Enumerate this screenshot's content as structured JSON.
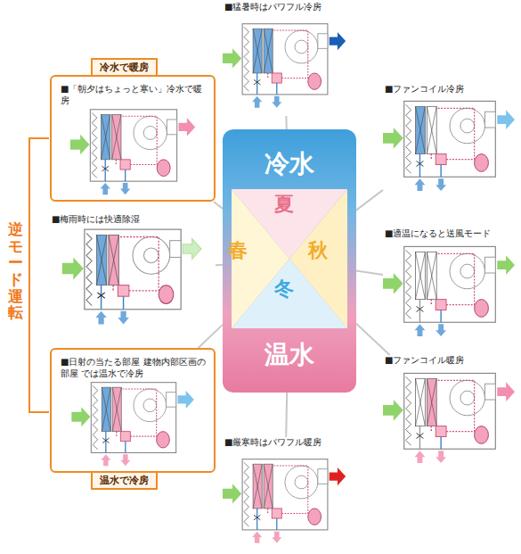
{
  "diagram": {
    "nodes": [
      {
        "text": [
          "■猛暑時はパワフル冷房"
        ]
      },
      {
        "text": [
          "冷水で暖房",
          "■「朝夕はちょっと寒い」冷水で暖房"
        ]
      },
      {
        "text": [
          "■ファンコイル冷房"
        ]
      },
      {
        "text": [
          "冷水",
          "温水"
        ]
      },
      {
        "text": [
          "夏"
        ],
        "in": 3
      },
      {
        "text": [
          "春"
        ],
        "in": 3
      },
      {
        "text": [
          "秋"
        ],
        "in": 3
      },
      {
        "text": [
          "冬"
        ],
        "in": 3
      },
      {
        "text": [
          "■梅雨時には快適除湿"
        ]
      },
      {
        "text": [
          "■適温になると送風モード"
        ]
      },
      {
        "text": [
          "■日射の当たる部屋 建物内部区画の部屋 では温水で冷房",
          "温水で冷房"
        ]
      },
      {
        "text": [
          "■ファンコイル暖房"
        ]
      },
      {
        "text": [
          "■厳寒時はパワフル暖房"
        ]
      }
    ],
    "edges": [
      {
        "from": 3,
        "to": 0,
        "arrow": "none"
      },
      {
        "from": 3,
        "to": 1,
        "arrow": "none"
      },
      {
        "from": 3,
        "to": 2,
        "arrow": "none"
      },
      {
        "from": 3,
        "to": 8,
        "arrow": "none"
      },
      {
        "from": 3,
        "to": 9,
        "arrow": "none"
      },
      {
        "from": 3,
        "to": 10,
        "arrow": "none"
      },
      {
        "from": 3,
        "to": 11,
        "arrow": "none"
      },
      {
        "from": 3,
        "to": 12,
        "arrow": "none"
      }
    ],
    "labels": [
      "逆モード運転"
    ]
  }
}
